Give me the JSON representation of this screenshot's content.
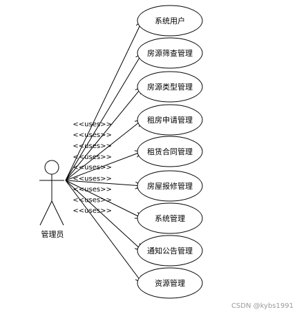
{
  "actor": {
    "name": "管理员"
  },
  "relationship_label": "<<uses>>",
  "use_cases": [
    {
      "name": "系统用户"
    },
    {
      "name": "房源筛查管理"
    },
    {
      "name": "房源类型管理"
    },
    {
      "name": "租房申请管理"
    },
    {
      "name": "租赁合同管理"
    },
    {
      "name": "房屋报修管理"
    },
    {
      "name": "系统管理"
    },
    {
      "name": "通知公告管理"
    },
    {
      "name": "资源管理"
    }
  ],
  "watermark": "CSDN @kybs1991"
}
